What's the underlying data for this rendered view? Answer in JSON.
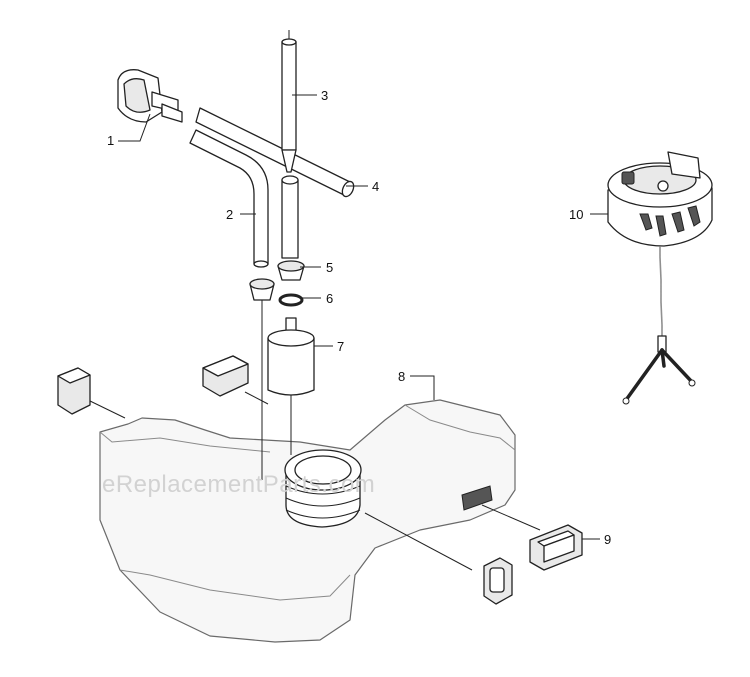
{
  "watermark": "eReplacementParts.com",
  "callouts": [
    {
      "id": "1",
      "label": "1"
    },
    {
      "id": "2",
      "label": "2"
    },
    {
      "id": "3",
      "label": "3"
    },
    {
      "id": "4",
      "label": "4"
    },
    {
      "id": "5",
      "label": "5"
    },
    {
      "id": "6",
      "label": "6"
    },
    {
      "id": "7",
      "label": "7"
    },
    {
      "id": "8",
      "label": "8"
    },
    {
      "id": "9",
      "label": "9"
    },
    {
      "id": "10",
      "label": "10"
    }
  ]
}
